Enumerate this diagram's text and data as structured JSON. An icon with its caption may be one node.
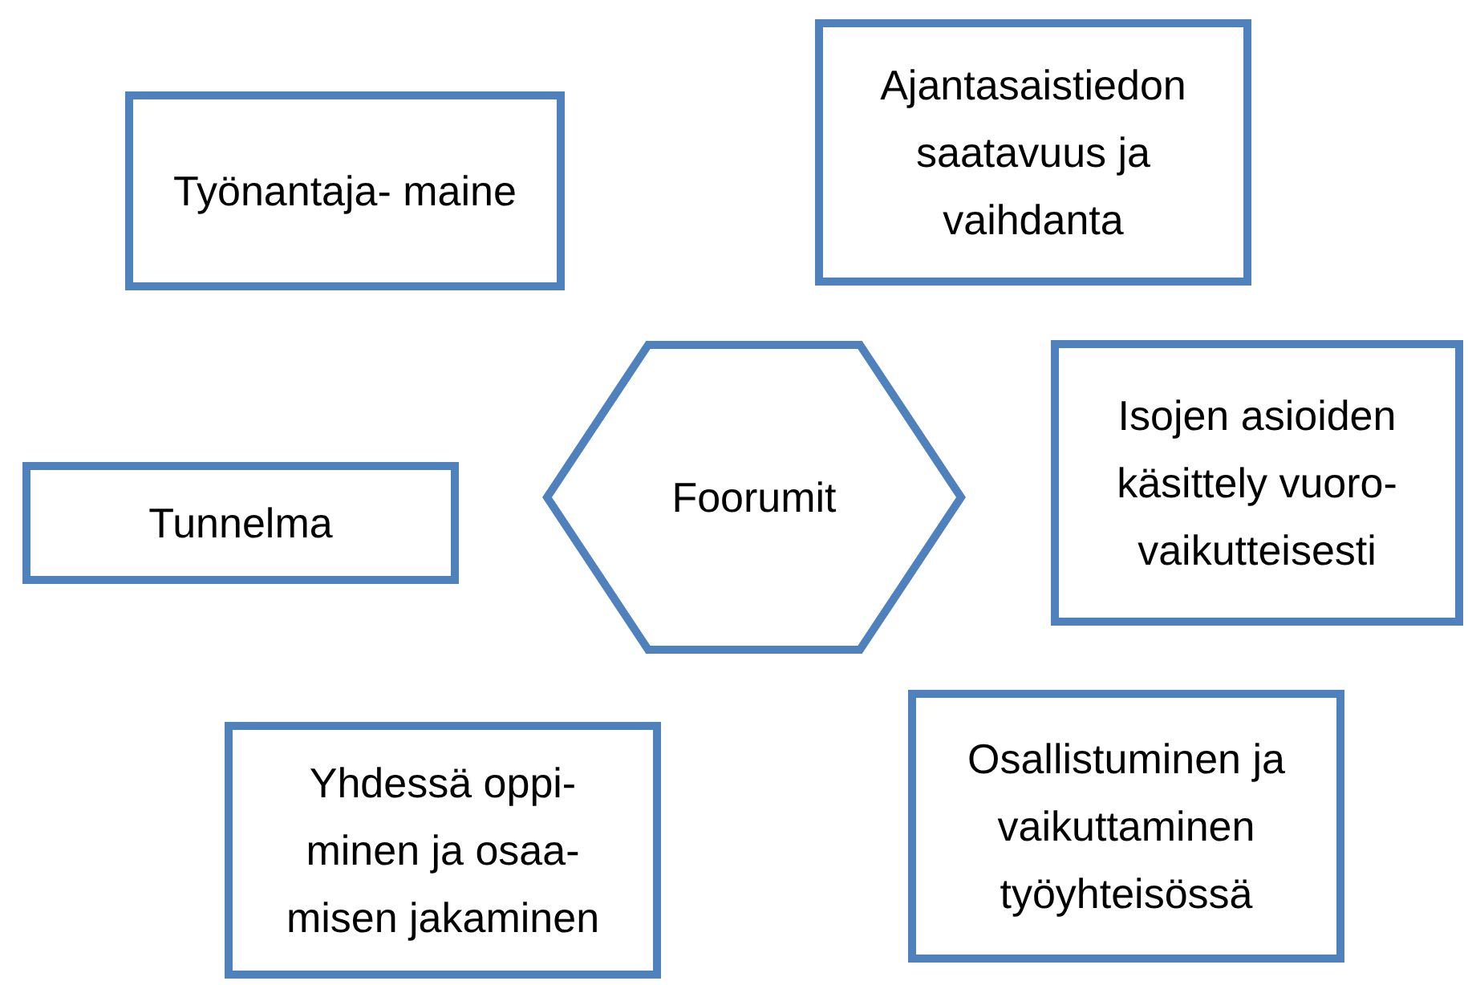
{
  "diagram": {
    "nodes": [
      {
        "text": [
          "Työnantaja- maine"
        ]
      },
      {
        "text": [
          "Ajantasaistiedon saatavuus ja vaihdanta"
        ]
      },
      {
        "text": [
          "Tunnelma"
        ]
      },
      {
        "text": [
          "Foorumit"
        ]
      },
      {
        "text": [
          "Isojen asioiden käsittely vuoro- vaikutteisesti"
        ]
      },
      {
        "text": [
          "Yhdessä oppi- minen ja osaa- misen jakaminen"
        ]
      },
      {
        "text": [
          "Osallistuminen ja vaikuttaminen työyhteisössä"
        ]
      }
    ]
  }
}
